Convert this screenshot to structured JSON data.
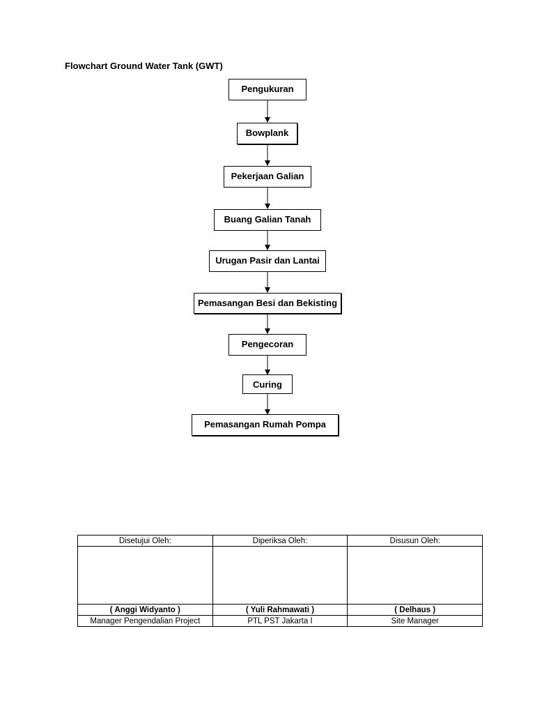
{
  "title": "Flowchart Ground Water Tank (GWT)",
  "flowchart": {
    "steps": [
      "Pengukuran",
      "Bowplank",
      "Pekerjaan Galian",
      "Buang Galian Tanah",
      "Urugan Pasir dan Lantai",
      "Pemasangan Besi dan Bekisting",
      "Pengecoran",
      "Curing",
      "Pemasangan Rumah Pompa"
    ]
  },
  "approval_table": {
    "headers": [
      "Disetujui Oleh:",
      "Diperiksa Oleh:",
      "Disusun Oleh:"
    ],
    "names": [
      "( Anggi Widyanto )",
      "( Yuli Rahmawati )",
      "( Delhaus )"
    ],
    "roles": [
      "Manager Pengendalian Project",
      "PTL PST Jakarta I",
      "Site Manager"
    ]
  }
}
